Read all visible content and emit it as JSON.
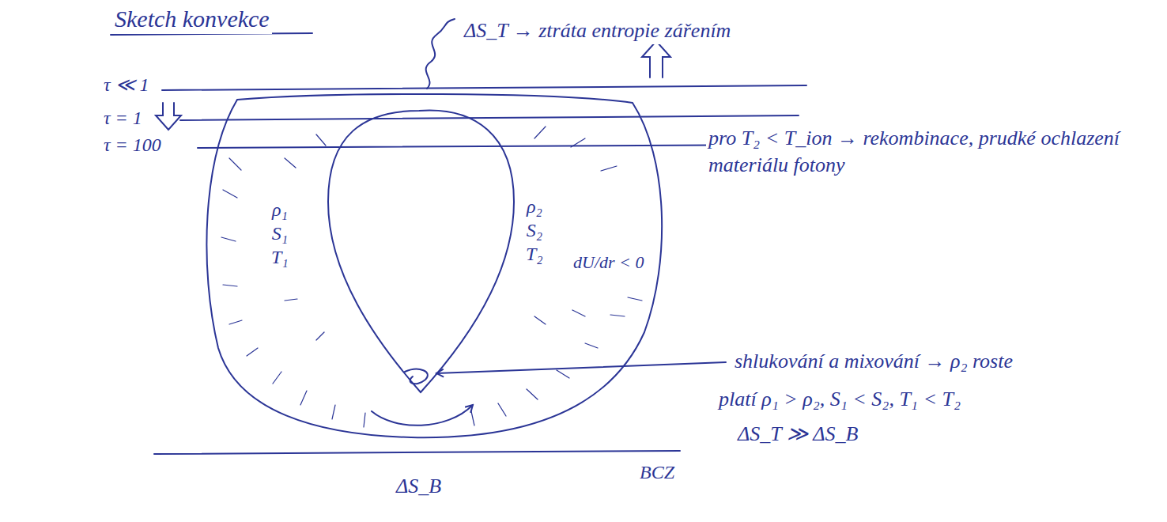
{
  "diagram": {
    "title": "Sketch konvekce",
    "nodes": [
      {
        "text": [
          "ρ₁ S₁ T₁",
          "ρ₂ S₂ T₂",
          "dU/dr < 0"
        ]
      }
    ],
    "labels": [
      "ΔS_T → ztráta entropie zářením",
      "τ ≪ 1",
      "τ = 1",
      "τ = 100",
      "pro T₂ < T_ion → rekombinace, prudké ochlazení materiálu fotony",
      "shlukování a mixování → ρ₂ roste",
      "platí ρ₁ > ρ₂, S₁ < S₂, T₁ < T₂",
      "ΔS_B",
      "BCZ",
      "ΔS_T ≫ ΔS_B"
    ]
  }
}
